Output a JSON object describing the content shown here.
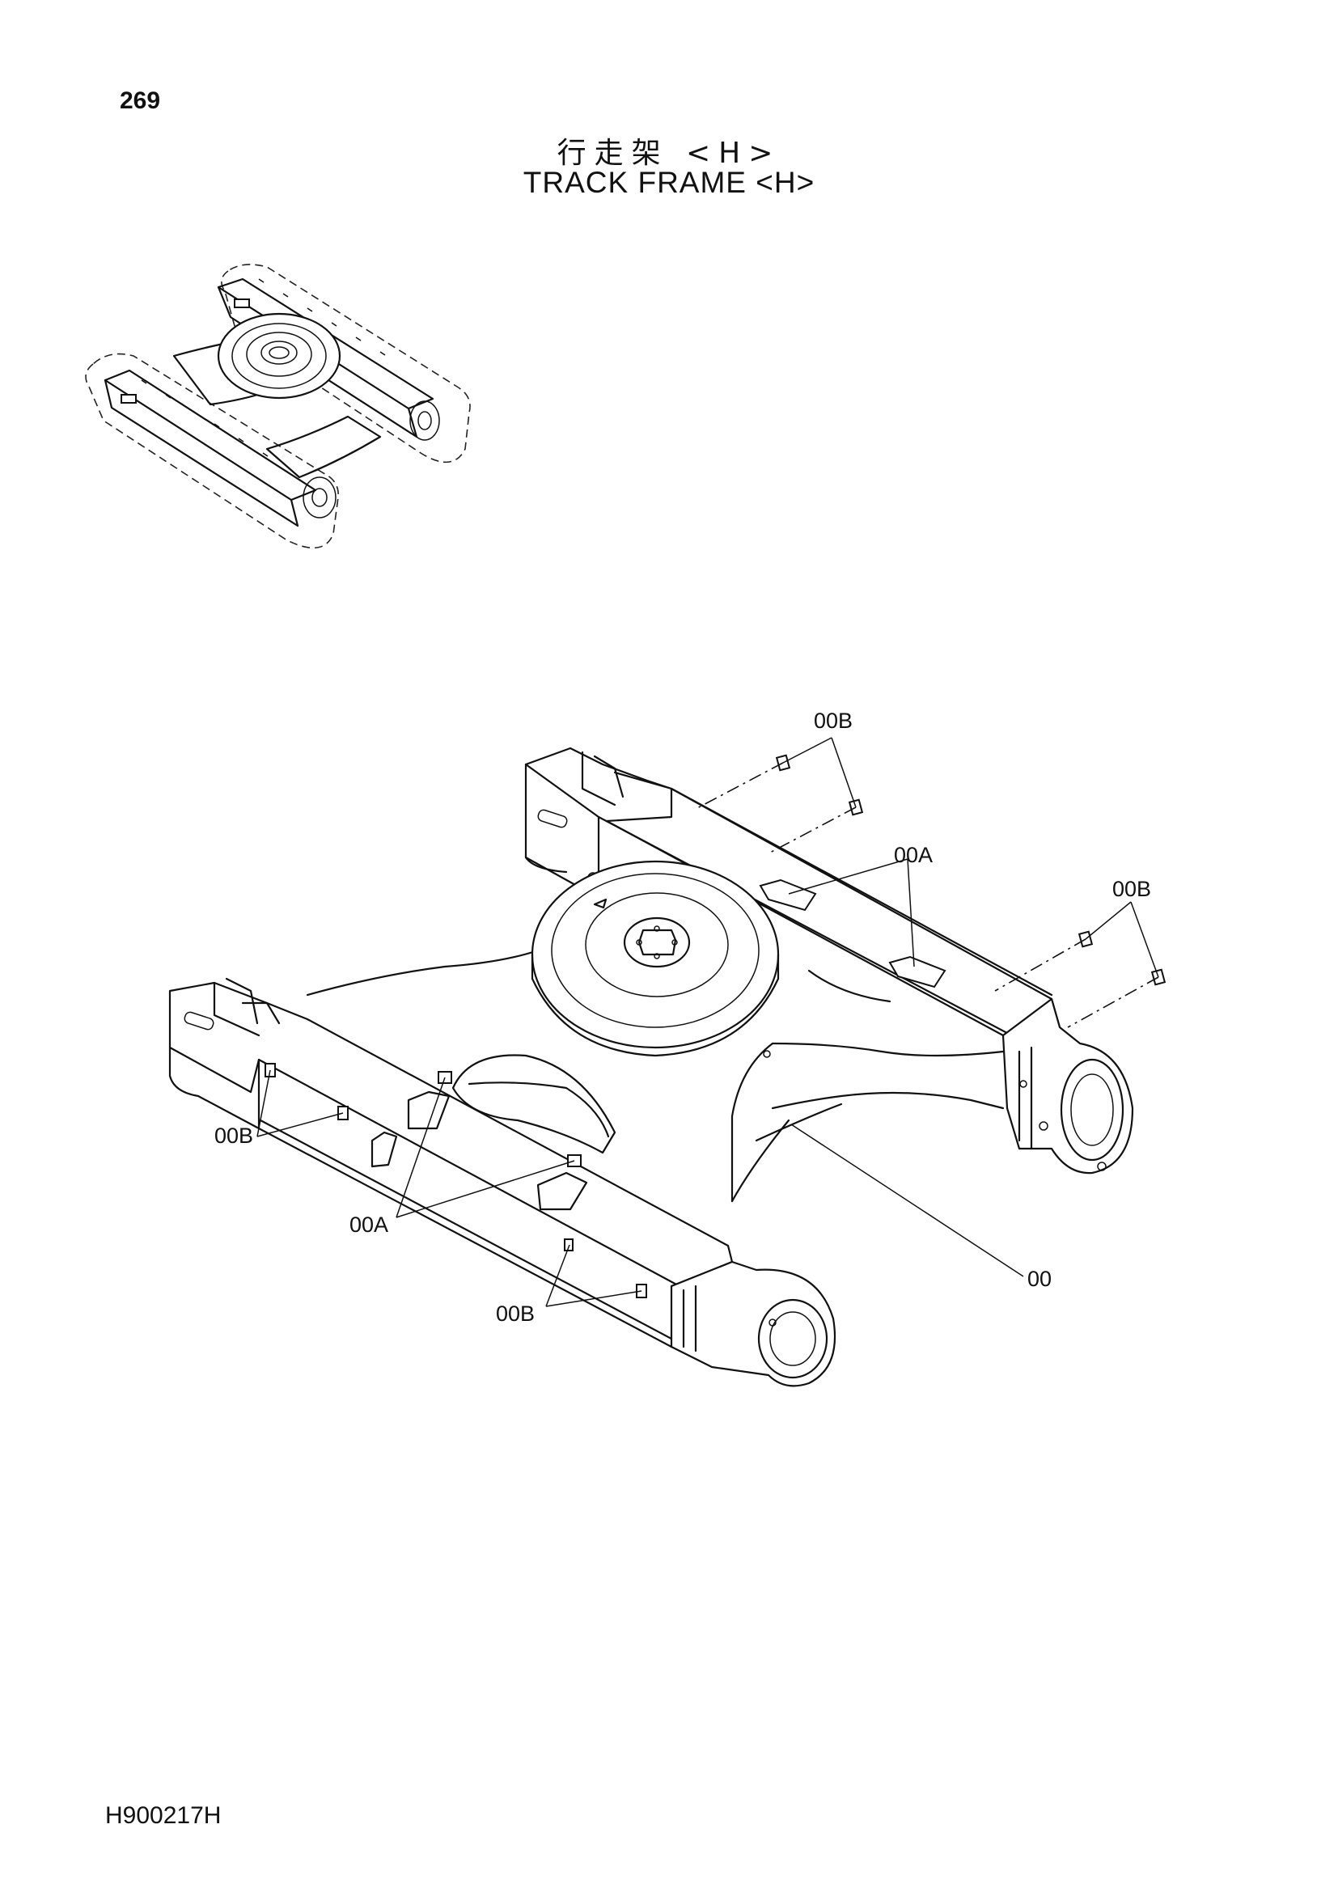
{
  "page_number": "269",
  "title_cn": "行走架 <H>",
  "title_en": "TRACK FRAME <H>",
  "document_code": "H900217H",
  "callouts": {
    "top_00b": "00B",
    "top_00a": "00A",
    "right_00b": "00B",
    "left_00b": "00B",
    "left_00a": "00A",
    "bottom_00b": "00B",
    "main_00": "00"
  }
}
